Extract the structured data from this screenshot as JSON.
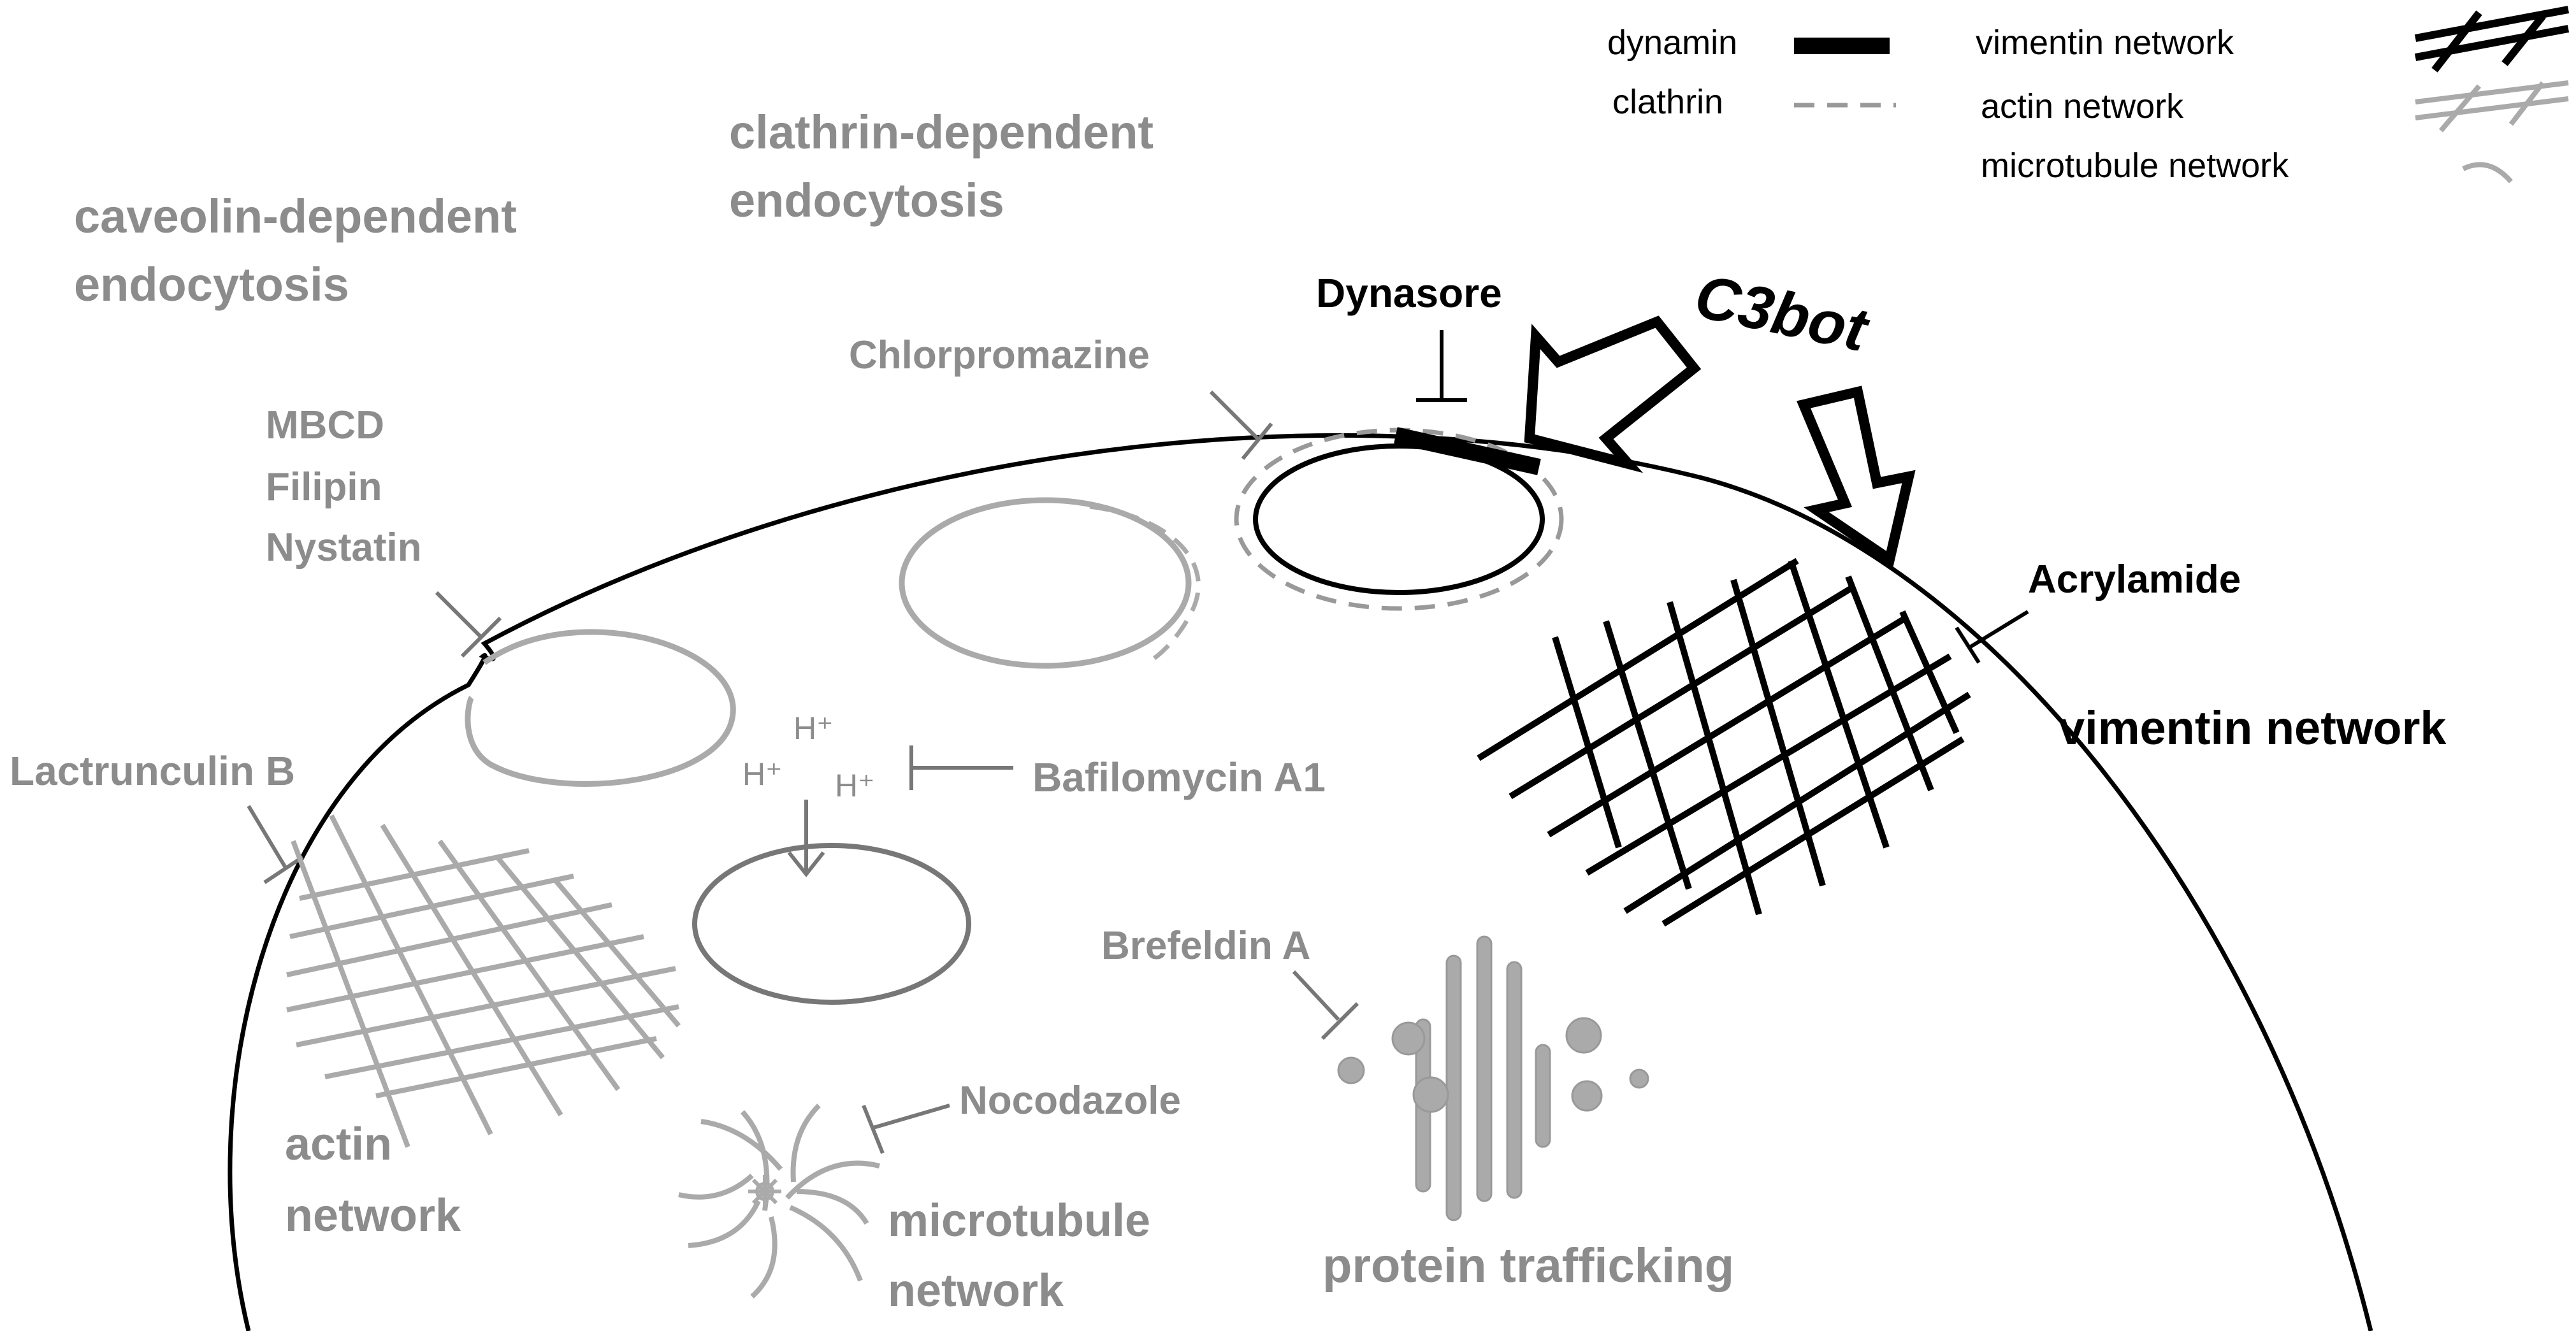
{
  "legend": {
    "dynamin": "dynamin",
    "clathrin": "clathrin",
    "vimentin_network": "vimentin network",
    "actin_network": "actin network",
    "microtubule_network": "microtubule network"
  },
  "headings": {
    "caveolin_line1": "caveolin-dependent",
    "caveolin_line2": "endocytosis",
    "clathrin_line1": "clathrin-dependent",
    "clathrin_line2": "endocytosis"
  },
  "inhibitors": {
    "mbcd": "MBCD",
    "filipin": "Filipin",
    "nystatin": "Nystatin",
    "chlorpromazine": "Chlorpromazine",
    "dynasore": "Dynasore",
    "acrylamide": "Acrylamide",
    "lactrunculin": "Lactrunculin B",
    "bafilomycin": "Bafilomycin A1",
    "brefeldin": "Brefeldin A",
    "nocodazole": "Nocodazole"
  },
  "toxin": "C3bot",
  "protons": [
    "H⁺",
    "H⁺",
    "H⁺"
  ],
  "structures": {
    "vimentin_network": "vimentin network",
    "actin_line1": "actin",
    "actin_line2": "network",
    "microtubule_line1": "microtubule",
    "microtubule_line2": "network",
    "protein_trafficking": "protein trafficking"
  },
  "colors": {
    "grey": "#8c8c8c",
    "light_grey": "#aaaaaa",
    "black": "#000000"
  }
}
